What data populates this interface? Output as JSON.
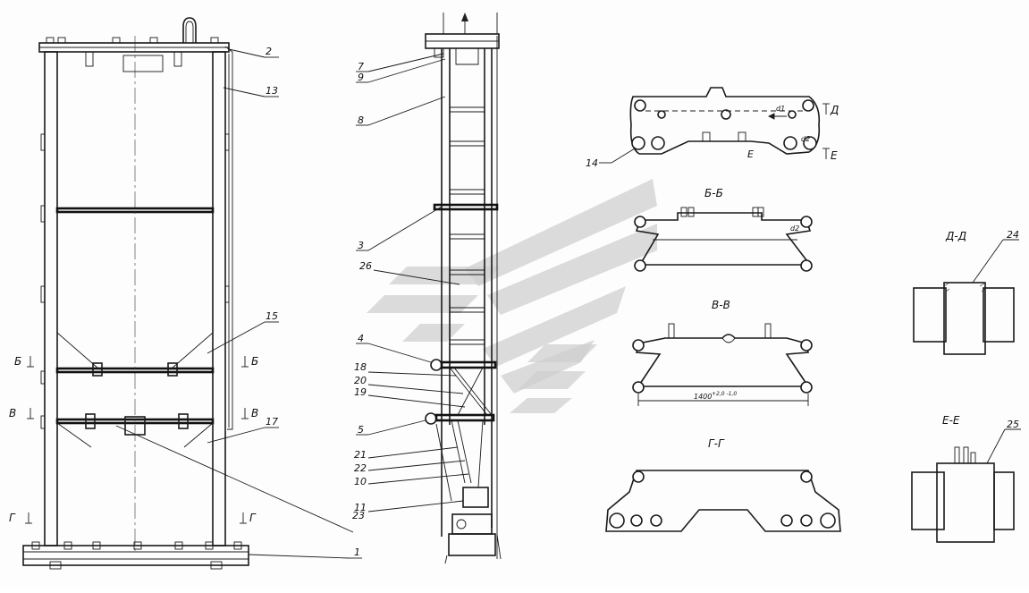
{
  "callouts": {
    "c1": "1",
    "c2": "2",
    "c3": "3",
    "c4": "4",
    "c5": "5",
    "c7": "7",
    "c8": "8",
    "c9": "9",
    "c10": "10",
    "c11": "11",
    "c13": "13",
    "c14": "14",
    "c15": "15",
    "c17": "17",
    "c18": "18",
    "c19": "19",
    "c20": "20",
    "c21": "21",
    "c22": "22",
    "c23": "23",
    "c24": "24",
    "c25": "25",
    "c26": "26"
  },
  "section_marks": {
    "b_left": "Б",
    "b_right": "Б",
    "v_left": "В",
    "v_right": "В",
    "g_left": "Г",
    "g_right": "Г",
    "d_mark": "Д",
    "e_mark": "Е",
    "e_small": "Е"
  },
  "section_titles": {
    "bb": "Б-Б",
    "vv": "В-В",
    "gg": "Г-Г",
    "dd": "Д-Д",
    "ee": "Е-Е"
  },
  "dimensions": {
    "vv_width": "1400",
    "vv_tolerance": "+2,0\n-1,0",
    "d2_top": "d2",
    "d2_bb": "d2",
    "d1_top": "d1"
  },
  "watermark": {
    "color": "#c8c8c8"
  }
}
